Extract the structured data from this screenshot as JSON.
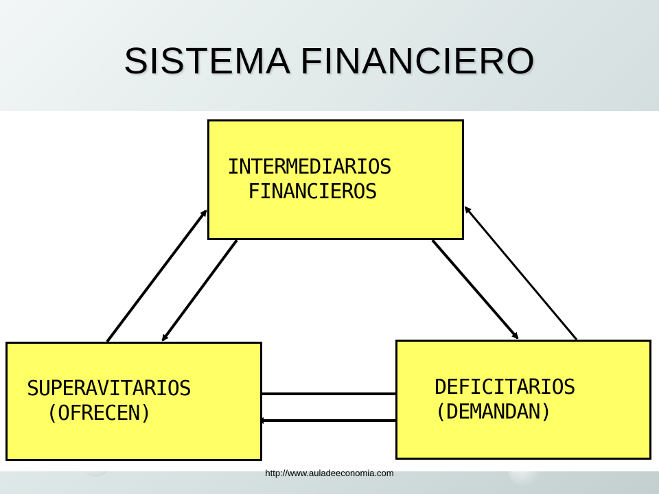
{
  "slide": {
    "title": "SISTEMA FINANCIERO",
    "footer_url": "http://www.auladeeconomia.com"
  },
  "diagram": {
    "nodes": {
      "intermediarios": {
        "line1": "INTERMEDIARIOS",
        "line2": "FINANCIEROS"
      },
      "superavitarios": {
        "line1": "SUPERAVITARIOS",
        "line2": "(OFRECEN)"
      },
      "deficitarios": {
        "line1": "DEFICITARIOS",
        "line2": "(DEMANDAN)"
      }
    },
    "edges": [
      {
        "from": "superavitarios",
        "to": "intermediarios"
      },
      {
        "from": "intermediarios",
        "to": "superavitarios"
      },
      {
        "from": "intermediarios",
        "to": "deficitarios"
      },
      {
        "from": "deficitarios",
        "to": "intermediarios"
      },
      {
        "from": "superavitarios",
        "to": "deficitarios"
      },
      {
        "from": "deficitarios",
        "to": "superavitarios"
      }
    ]
  },
  "colors": {
    "box_fill": "#ffff66",
    "box_border": "#000000",
    "background": "#d9e3e3"
  }
}
